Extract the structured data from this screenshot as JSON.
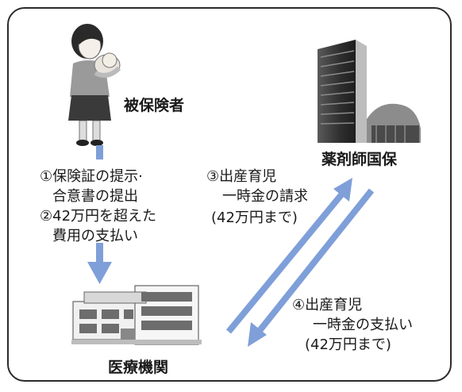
{
  "colors": {
    "arrow": "#7f9fd9",
    "frame": "#2b2b2b",
    "text": "#1a1a1a"
  },
  "nodes": {
    "insured": "被保険者",
    "pharmacist_insurance": "薬剤師国保",
    "medical_institution": "医療機関"
  },
  "steps": {
    "step1_line1": "①保険証の提示·",
    "step1_line2": "合意書の提出",
    "step2_line1": "②42万円を超えた",
    "step2_line2": "費用の支払い",
    "step3_line1": "③出産育児",
    "step3_line2": "一時金の請求",
    "step3_line3": "(42万円まで)",
    "step4_line1": "④出産育児",
    "step4_line2": "一時金の支払い",
    "step4_line3": "(42万円まで)"
  },
  "icons": [
    "mother-with-baby-icon",
    "office-building-icon",
    "hospital-building-icon"
  ]
}
